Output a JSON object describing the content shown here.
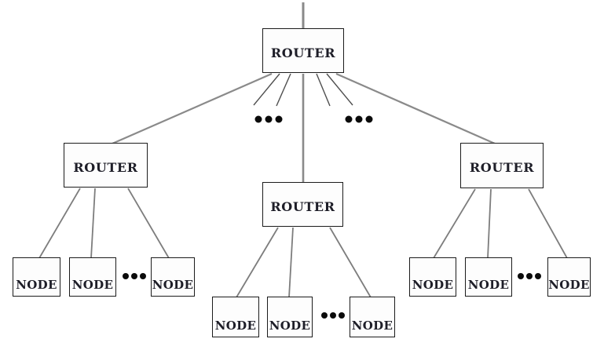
{
  "diagram": {
    "root_router": {
      "label": "ROUTER"
    },
    "subtrees": [
      {
        "router_label": "ROUTER",
        "node_labels": [
          "NODE",
          "NODE",
          "NODE"
        ],
        "ellipsis": "•••"
      },
      {
        "router_label": "ROUTER",
        "node_labels": [
          "NODE",
          "NODE",
          "NODE"
        ],
        "ellipsis": "•••"
      },
      {
        "router_label": "ROUTER",
        "node_labels": [
          "NODE",
          "NODE",
          "NODE"
        ],
        "ellipsis": "•••"
      }
    ],
    "fan_ellipses": [
      "•••",
      "•••"
    ],
    "icons": {
      "ellipsis_glyph": "•••"
    },
    "colors": {
      "background": "#ffffff",
      "box_border": "#1b1b1b",
      "box_fill": "#fdfdfd",
      "text": "#1e1e28",
      "edge_gray": "#8a8a8a",
      "edge_dark": "#4f4f4f",
      "edge_child": "#7d7d7d",
      "dot": "#0b0b0b"
    }
  }
}
